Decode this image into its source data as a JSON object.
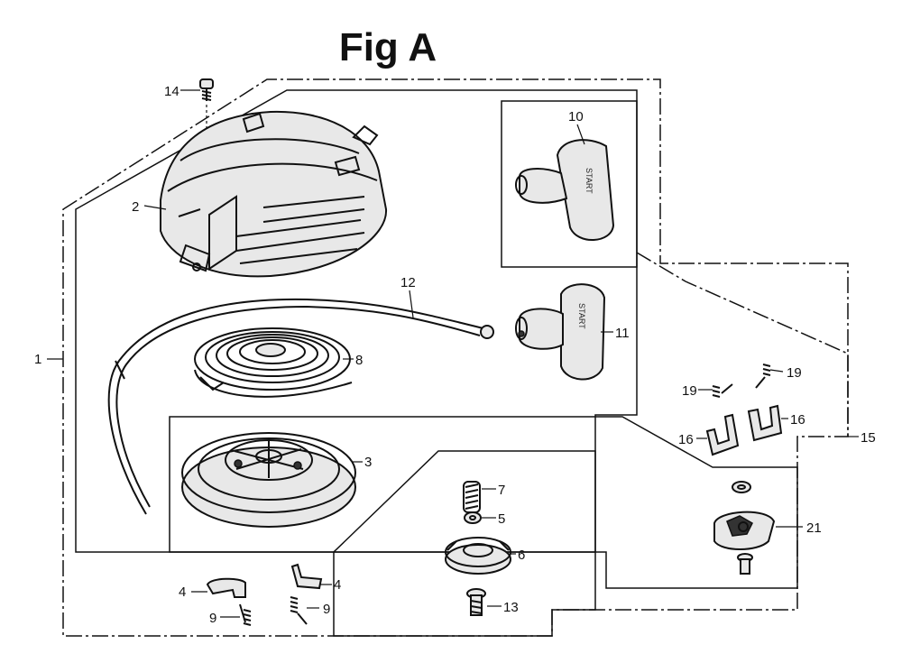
{
  "figure": {
    "title": "Fig A"
  },
  "callouts": {
    "c1": "1",
    "c2": "2",
    "c3": "3",
    "c4a": "4",
    "c4b": "4",
    "c5": "5",
    "c6": "6",
    "c7": "7",
    "c8": "8",
    "c9a": "9",
    "c9b": "9",
    "c10": "10",
    "c11": "11",
    "c12": "12",
    "c13": "13",
    "c14": "14",
    "c15": "15",
    "c16a": "16",
    "c16b": "16",
    "c19a": "19",
    "c19b": "19",
    "c21": "21"
  },
  "handle_text": {
    "t10": "START",
    "t11": "START"
  }
}
